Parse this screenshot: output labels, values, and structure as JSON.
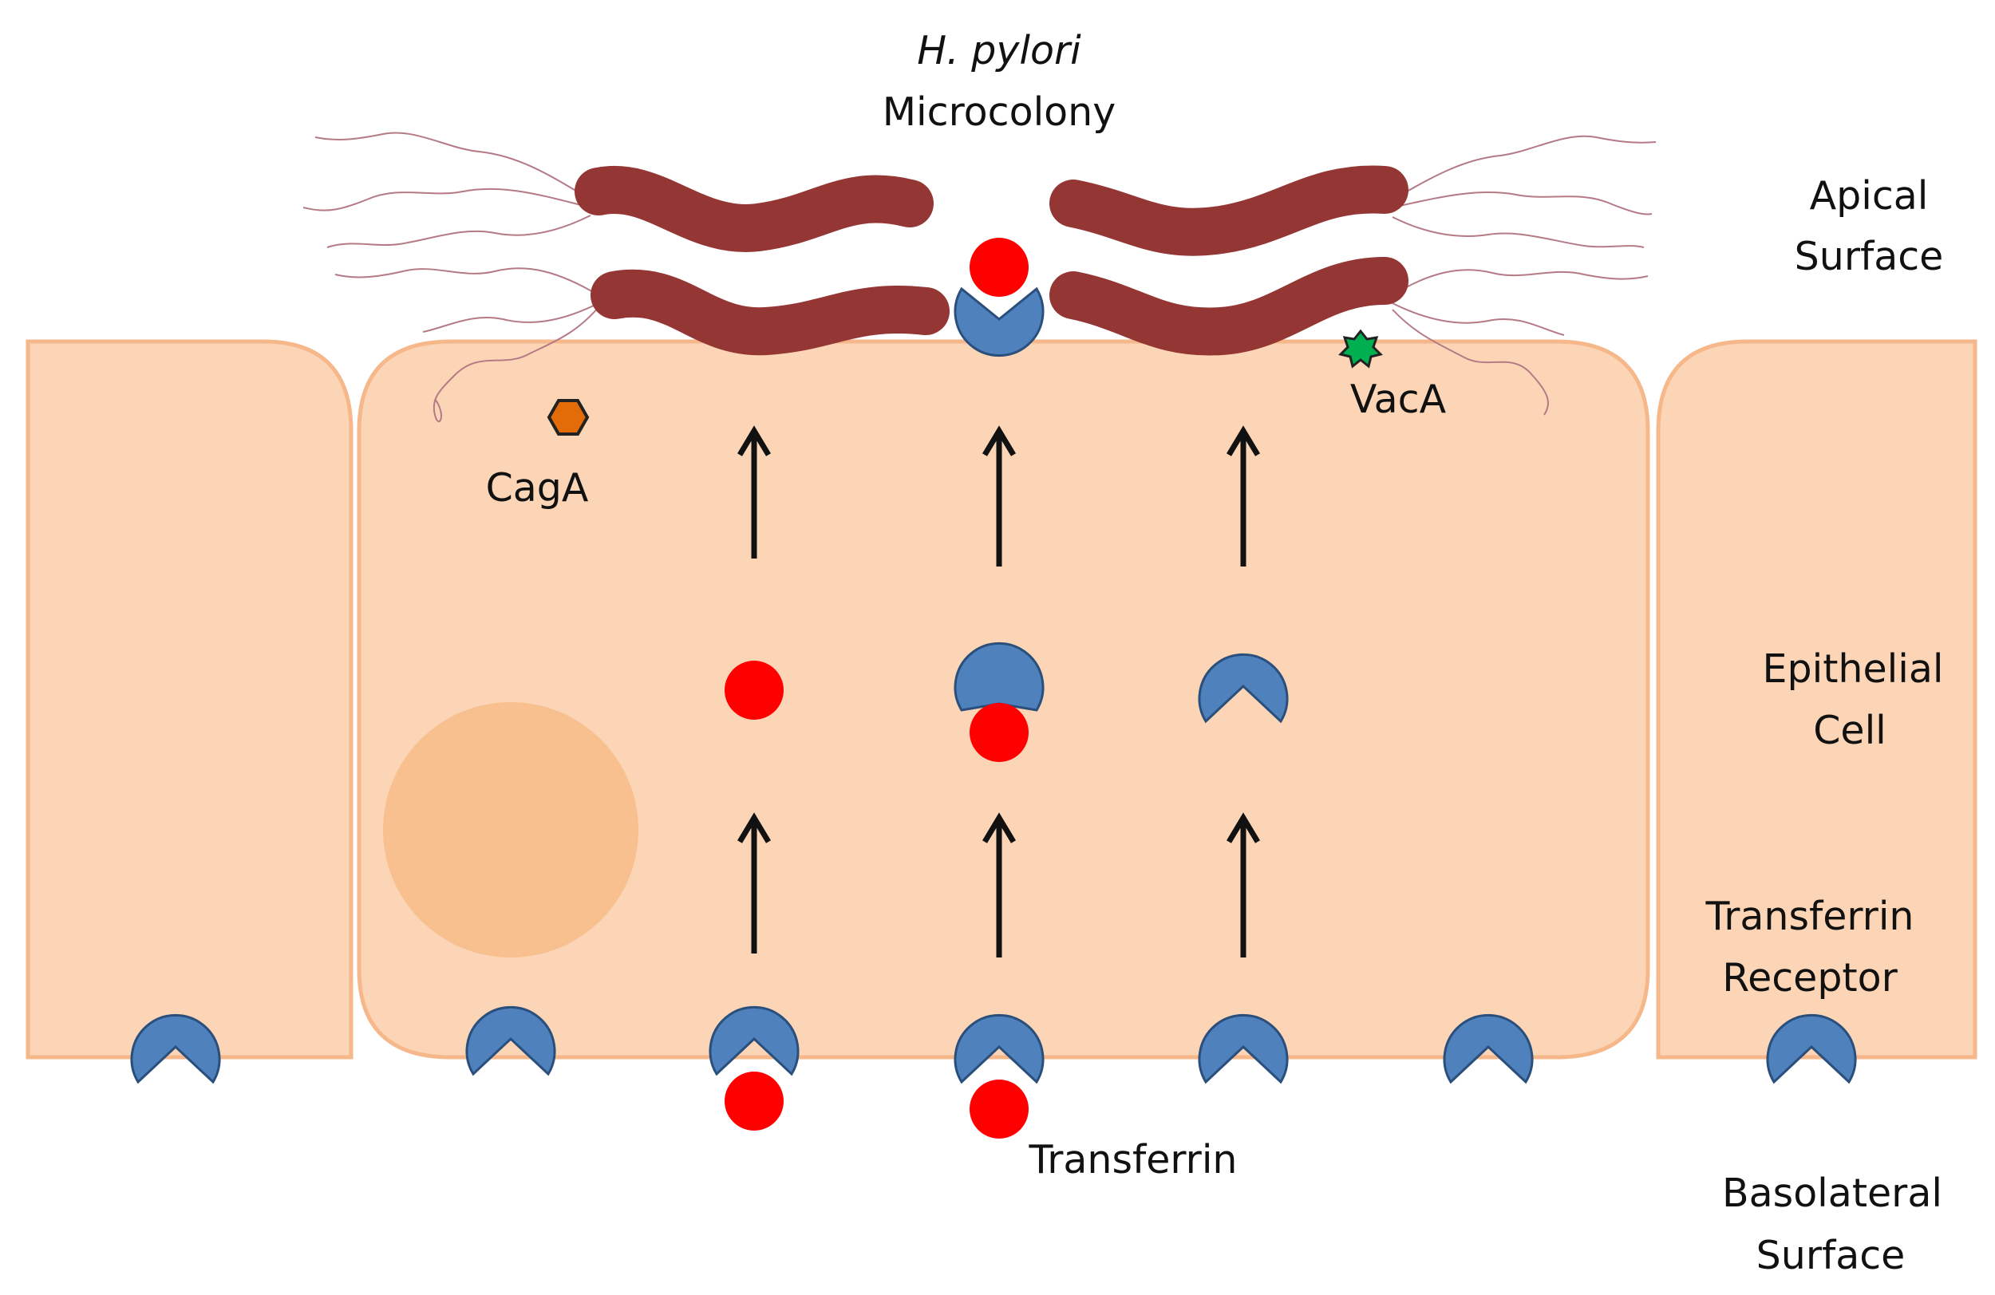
{
  "labels": {
    "organism_italic": "H. pylori",
    "organism_line2": "Microcolony",
    "apical_line1": "Apical",
    "apical_line2": "Surface",
    "epithelial_line1": "Epithelial",
    "epithelial_line2": "Cell",
    "receptor_line1": "Transferrin",
    "receptor_line2": "Receptor",
    "basolateral_line1": "Basolateral",
    "basolateral_line2": "Surface",
    "transferrin": "Transferrin",
    "caga": "CagA",
    "vaca": "VacA"
  },
  "colors": {
    "cell_fill": "#fbd5b5",
    "cell_stroke": "#f6b88a",
    "nucleus_fill": "#f8bf8f",
    "bacterium": "#943634",
    "flagella": "#b47a86",
    "transferrin": "#ff0000",
    "receptor": "#4f81bd",
    "caga": "#e36c09",
    "vaca": "#00b050",
    "arrow": "#111111"
  }
}
